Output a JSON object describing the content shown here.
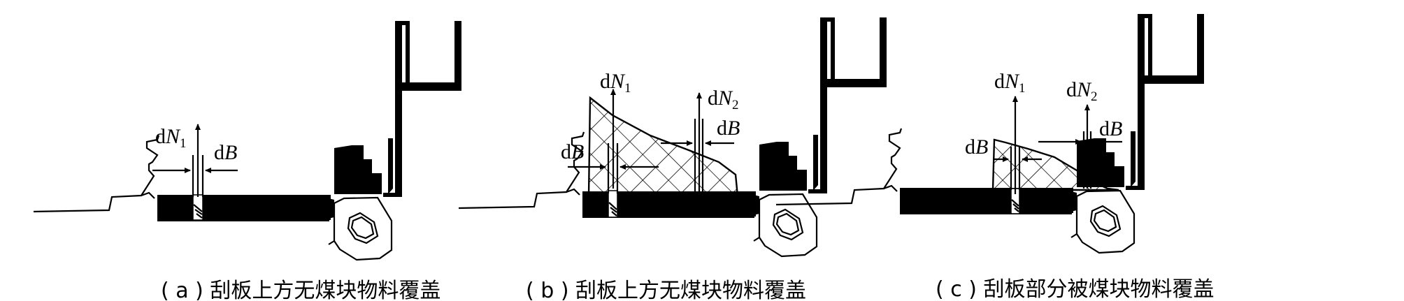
{
  "labels": {
    "dN1_prefix": "d",
    "dN1_var": "N",
    "dN1_sub": "1",
    "dN2_prefix": "d",
    "dN2_var": "N",
    "dN2_sub": "2",
    "dB_prefix": "d",
    "dB_var": "B"
  },
  "captions": [
    {
      "text": "( a ) 刮板上方无煤块物料覆盖"
    },
    {
      "text": "( b ) 刮板上方无煤块物料覆盖"
    },
    {
      "text": "( c ) 刮板部分被煤块物料覆盖"
    }
  ]
}
